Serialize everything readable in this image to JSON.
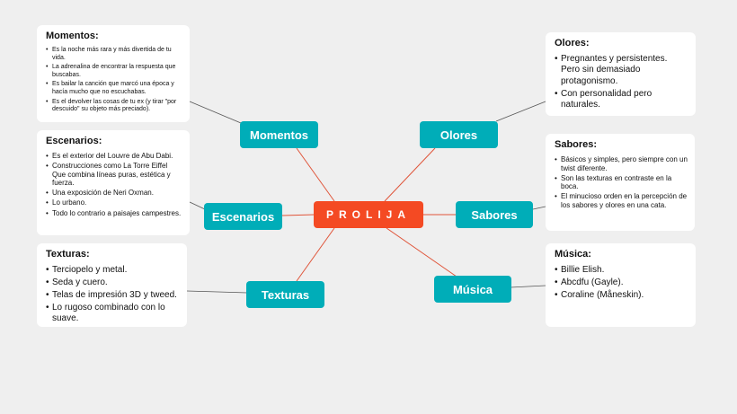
{
  "center": {
    "label": "PROLIJA"
  },
  "topics": {
    "momentos": "Momentos",
    "olores": "Olores",
    "escenarios": "Escenarios",
    "sabores": "Sabores",
    "texturas": "Texturas",
    "musica": "Música"
  },
  "cards": {
    "momentos": {
      "title": "Momentos:",
      "items": [
        "Es la noche más rara y más divertida de tu vida.",
        "La adrenalina de encontrar la respuesta que buscabas.",
        "Es bailar la canción que marcó una época y hacía mucho que no escuchabas.",
        "Es el devolver las cosas de tu ex (y tirar \"por descuido\" su objeto más preciado)."
      ]
    },
    "escenarios": {
      "title": "Escenarios:",
      "items": [
        "Es el exterior del Louvre de Abu Dabi.",
        "Construcciones como La Torre Eiffel Que combina líneas puras, estética y fuerza.",
        "Una exposición de Neri Oxman.",
        "Lo urbano.",
        "Todo lo contrario a paisajes campestres."
      ]
    },
    "texturas": {
      "title": "Texturas:",
      "items": [
        "Terciopelo y metal.",
        "Seda y cuero.",
        "Telas de impresión 3D y tweed.",
        "Lo rugoso combinado con lo suave."
      ]
    },
    "olores": {
      "title": "Olores:",
      "items": [
        "Pregnantes y persistentes. Pero sin demasiado protagonismo.",
        "Con personalidad pero naturales."
      ]
    },
    "sabores": {
      "title": "Sabores:",
      "items": [
        "Básicos y simples, pero siempre con un twist diferente.",
        "Son las texturas en contraste en la boca.",
        "El minucioso orden en la percepción de los sabores y olores en una cata."
      ]
    },
    "musica": {
      "title": "Música:",
      "items": [
        "Billie Elish.",
        "Abcdfu (Gayle).",
        "Coraline (Måneskin)."
      ]
    }
  },
  "colors": {
    "center": "#f44a23",
    "topic": "#00adb8",
    "link_center": "#e0553a",
    "link_card": "#555555",
    "background": "#efefef"
  }
}
